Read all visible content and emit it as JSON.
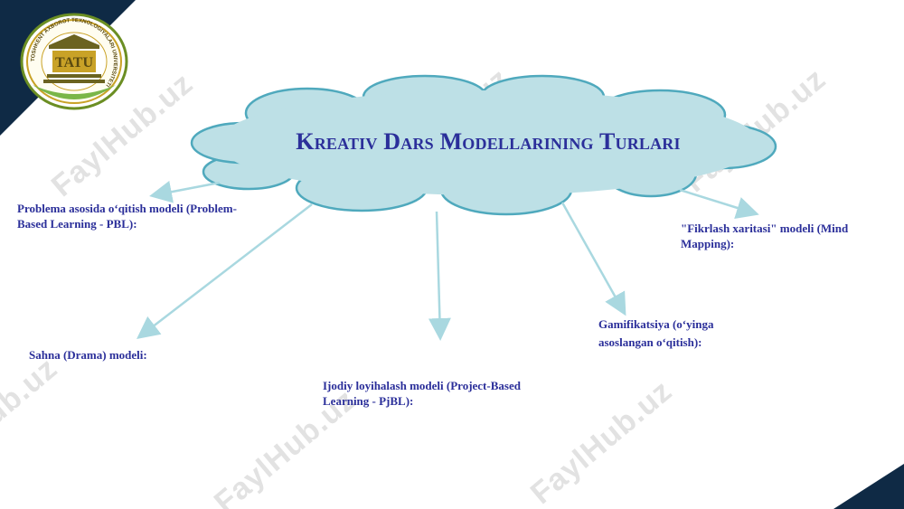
{
  "slide": {
    "title": "Kreativ Dars Modellarining Turlari",
    "logo": {
      "text": "TATU",
      "ring_text": "TOSHKENT AXBOROT TEXNOLOGIYALARI UNIVERSITETI"
    },
    "watermark": "FaylHub.uz",
    "models": {
      "pbl": "Problema asosida o‘qitish modeli (Problem-Based Learning - PBL):",
      "drama": "Sahna (Drama) modeli:",
      "pjbl": "Ijodiy loyihalash modeli (Project-Based Learning - PjBL):",
      "gamification": "Gamifikatsiya (o‘yinga asoslangan o‘qitish):",
      "mind_mapping": "\"Fikrlash xaritasi\" modeli (Mind Mapping):"
    }
  },
  "colors": {
    "corner": "#0f2a45",
    "cloud_fill": "#bde0e6",
    "cloud_stroke": "#4fa9bd",
    "text": "#2b2f9a",
    "arrow": "#a9d8e0"
  }
}
